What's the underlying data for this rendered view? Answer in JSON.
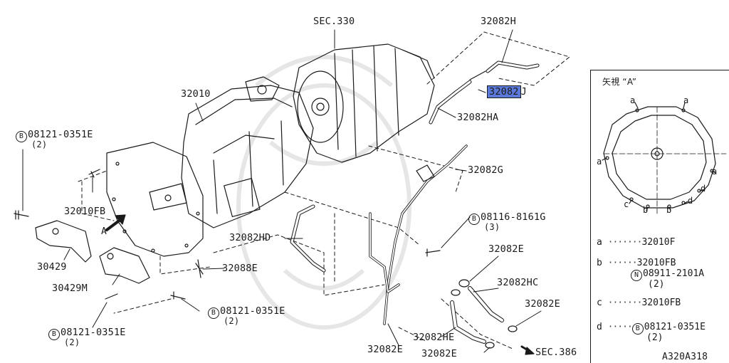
{
  "labels": {
    "sec330": "SEC.330",
    "p32082H": "32082H",
    "p32082J": "32082J",
    "p32082J_hl": "32082",
    "p32082J_tail": "J",
    "p32082HA": "32082HA",
    "p32010": "32010",
    "p32082G": "32082G",
    "bolt_top": "08121-0351E",
    "bolt_top_qty": "(2)",
    "p32010FB": "32010FB",
    "bolt_8116": "08116-8161G",
    "bolt_8116_qty": "(3)",
    "arrowA": "A",
    "p32082HD": "32082HD",
    "p30429": "30429",
    "p32082E_1": "32082E",
    "p32088E": "32088E",
    "p32082HC": "32082HC",
    "p30429M": "30429M",
    "p32082E_2": "32082E",
    "bolt_mid": "08121-0351E",
    "bolt_mid_qty": "(2)",
    "bolt_bot": "08121-0351E",
    "bolt_bot_qty": "(2)",
    "p32082HE": "32082HE",
    "p32082E_3": "32082E",
    "p32082E_4": "32082E",
    "sec386": "SEC.386",
    "ref": "A320A318"
  },
  "circled": {
    "B": "B",
    "N": "N"
  },
  "inset": {
    "title": "矢視 “A”",
    "tags": {
      "a": "a",
      "b": "b",
      "c": "c",
      "d": "d"
    },
    "legend": [
      {
        "key": "a",
        "dots": "·······",
        "value": "32010F"
      },
      {
        "key": "b",
        "dots": "······",
        "value": "32010FB"
      },
      {
        "key": "",
        "dots": "",
        "value": "08911-2101A",
        "qty": "(2)"
      },
      {
        "key": "c",
        "dots": "·······",
        "value": "32010FB"
      },
      {
        "key": "d",
        "dots": "·····",
        "value": "08121-0351E",
        "qty": "(2)"
      }
    ]
  },
  "colors": {
    "ink": "#1a1a1a",
    "highlight": "#5b79d9",
    "watermark": "#e6e6e6"
  }
}
